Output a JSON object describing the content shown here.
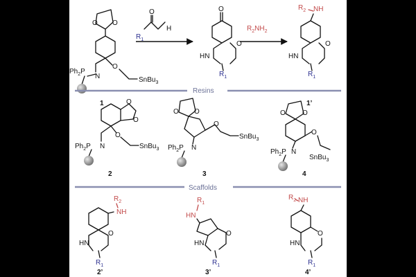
{
  "colors": {
    "panel_background": "#ffffff",
    "outer_background": "#000000",
    "bond": "#111111",
    "amine_substituent": "#c24a4a",
    "ring_substituent": "#2b2f8f",
    "separator": "#8a8fb0",
    "resin_bead": "#888888"
  },
  "icons": [
    "resin-bead-icon",
    "reaction-arrow-icon"
  ],
  "sections": {
    "resins_heading": "Resins",
    "scaffolds_heading": "Scaffolds"
  },
  "reaction": {
    "step1_reagent_r": "R",
    "step1_reagent_sub": "1",
    "step1_reagent_o": "O",
    "step1_reagent_h": "H",
    "step2_reagent_r": "R",
    "step2_reagent_sub": "2",
    "step2_reagent_tail": "NH",
    "step2_reagent_tail_sub": "2"
  },
  "labels": {
    "ph": "Ph",
    "ph_sub": "2",
    "p": "P",
    "n": "N",
    "o": "O",
    "hn": "HN",
    "nh": "NH",
    "r": "R",
    "r1_sub": "1",
    "r2_sub": "2",
    "sn": "SnBu",
    "sn_sub": "3"
  },
  "compounds": {
    "c1": "1",
    "c1p": "1’",
    "c2": "2",
    "c3": "3",
    "c4": "4",
    "c2p": "2’",
    "c3p": "3’",
    "c4p": "4’"
  }
}
